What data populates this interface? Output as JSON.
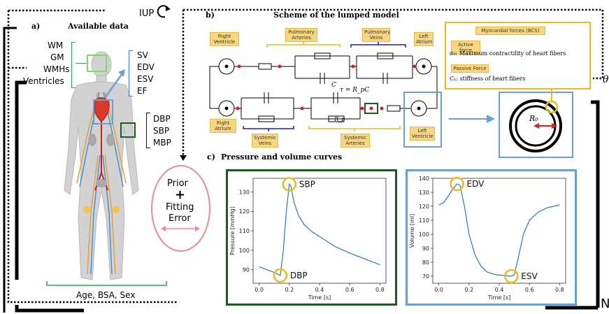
{
  "panel_a": {
    "letter": "a)",
    "title": "Available data",
    "brain_labels": [
      "WM",
      "GM",
      "WMHs",
      "Ventricles"
    ],
    "heart_labels": [
      "SV",
      "EDV",
      "ESV",
      "EF"
    ],
    "pressure_labels": [
      "DBP",
      "SBP",
      "MBP"
    ],
    "demographics": "Age, BSA, Sex"
  },
  "loop": {
    "iup": "IUP",
    "theta": "θ",
    "n": "N"
  },
  "prior": {
    "line1": "Prior",
    "plus": "+",
    "line2": "Fitting",
    "line3": "Error"
  },
  "panel_b": {
    "letter": "b)",
    "title": "Scheme of the lumped model",
    "tags": {
      "right_ventricle": "Right Ventricle",
      "pulmonary_arteries": "Pulmonary Arteries",
      "pulmonary_veins": "Pulmonary Veins",
      "left_atrium": "Left Atrium",
      "right_atrium": "Right Atrium",
      "systemic_veins": "Systemic Veins",
      "systemic_arteries": "Systemic Arteries",
      "left_ventricle": "Left Ventricle"
    },
    "cap_label": "C",
    "tau_label": "τ = R_pC",
    "rp_label": "R_p",
    "forces": {
      "title": "Myocardial forces (BCS)",
      "active_tag": "Active force",
      "active_text": "σ₀: Maximum contractility of heart fibers",
      "passive_tag": "Passive Force",
      "passive_text": "C₁: stiffness of heart fibers"
    },
    "r0_label": "R₀"
  },
  "panel_c": {
    "letter": "c)",
    "title": "Pressure and volume curves"
  },
  "colors": {
    "green": "#1e5a1e",
    "blue": "#6a9fd3",
    "gold": "#f2b71a",
    "pink": "#f08a8a",
    "curve": "#2b7bb9",
    "red": "#dd1c1c",
    "navy": "#1f1fa8"
  },
  "chart_data": [
    {
      "type": "line",
      "xlabel": "Time [s]",
      "ylabel": "Pressure [mmHg]",
      "xlim": [
        -0.04,
        0.84
      ],
      "ylim": [
        83,
        137
      ],
      "xticks": [
        0.0,
        0.2,
        0.4,
        0.6,
        0.8
      ],
      "yticks": [
        90,
        100,
        110,
        120,
        130
      ],
      "series": [
        {
          "x": [
            0.0,
            0.05,
            0.1,
            0.14,
            0.16,
            0.18,
            0.2,
            0.21,
            0.23,
            0.26,
            0.3,
            0.35,
            0.4,
            0.5,
            0.6,
            0.7,
            0.8
          ],
          "values": [
            91.5,
            90.0,
            88.5,
            87.0,
            100,
            120,
            134,
            133,
            125,
            118,
            113,
            109.5,
            107,
            102,
            98.5,
            95.5,
            92.5
          ]
        }
      ],
      "annotations": [
        {
          "label": "SBP",
          "x": 0.2,
          "y": 134
        },
        {
          "label": "DBP",
          "x": 0.14,
          "y": 87
        }
      ]
    },
    {
      "type": "line",
      "xlabel": "Time [s]",
      "ylabel": "Volume [ml]",
      "xlim": [
        -0.04,
        0.84
      ],
      "ylim": [
        65,
        140
      ],
      "xticks": [
        0.0,
        0.2,
        0.4,
        0.6,
        0.8
      ],
      "yticks": [
        70,
        80,
        90,
        100,
        110,
        120,
        130,
        140
      ],
      "series": [
        {
          "x": [
            0.0,
            0.03,
            0.06,
            0.09,
            0.12,
            0.14,
            0.17,
            0.2,
            0.24,
            0.28,
            0.32,
            0.38,
            0.44,
            0.48,
            0.5,
            0.53,
            0.56,
            0.6,
            0.66,
            0.72,
            0.8
          ],
          "values": [
            121,
            122.5,
            127,
            132,
            136,
            135,
            120,
            100,
            85,
            77,
            73,
            71,
            70.5,
            70,
            71,
            85,
            100,
            110,
            116,
            119,
            121
          ]
        }
      ],
      "annotations": [
        {
          "label": "EDV",
          "x": 0.12,
          "y": 136
        },
        {
          "label": "ESV",
          "x": 0.48,
          "y": 70
        }
      ]
    }
  ]
}
